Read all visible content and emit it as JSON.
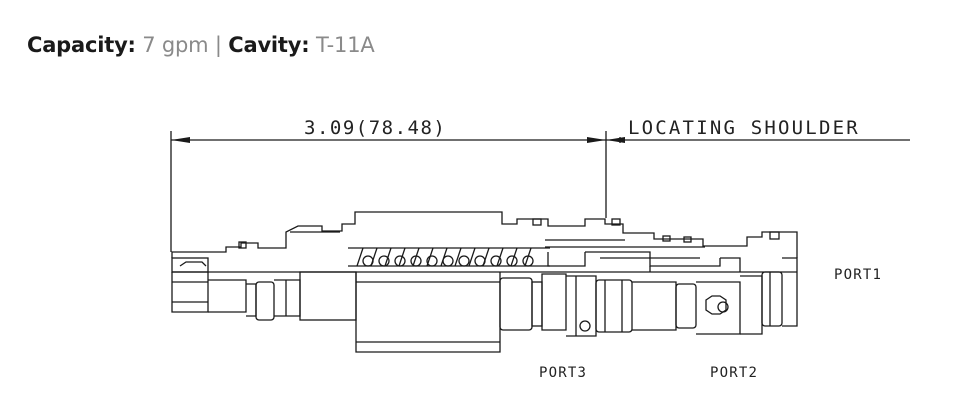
{
  "specs": {
    "capacity_label": "Capacity:",
    "capacity_value": "7 gpm",
    "separator": "|",
    "cavity_label": "Cavity:",
    "cavity_value": "T-11A"
  },
  "drawing": {
    "dimension_text": "3.09(78.48)",
    "locating_shoulder_label": "LOCATING SHOULDER",
    "port1_label": "PORT1",
    "port2_label": "PORT2",
    "port3_label": "PORT3",
    "line_color": "#1a1a1a"
  }
}
